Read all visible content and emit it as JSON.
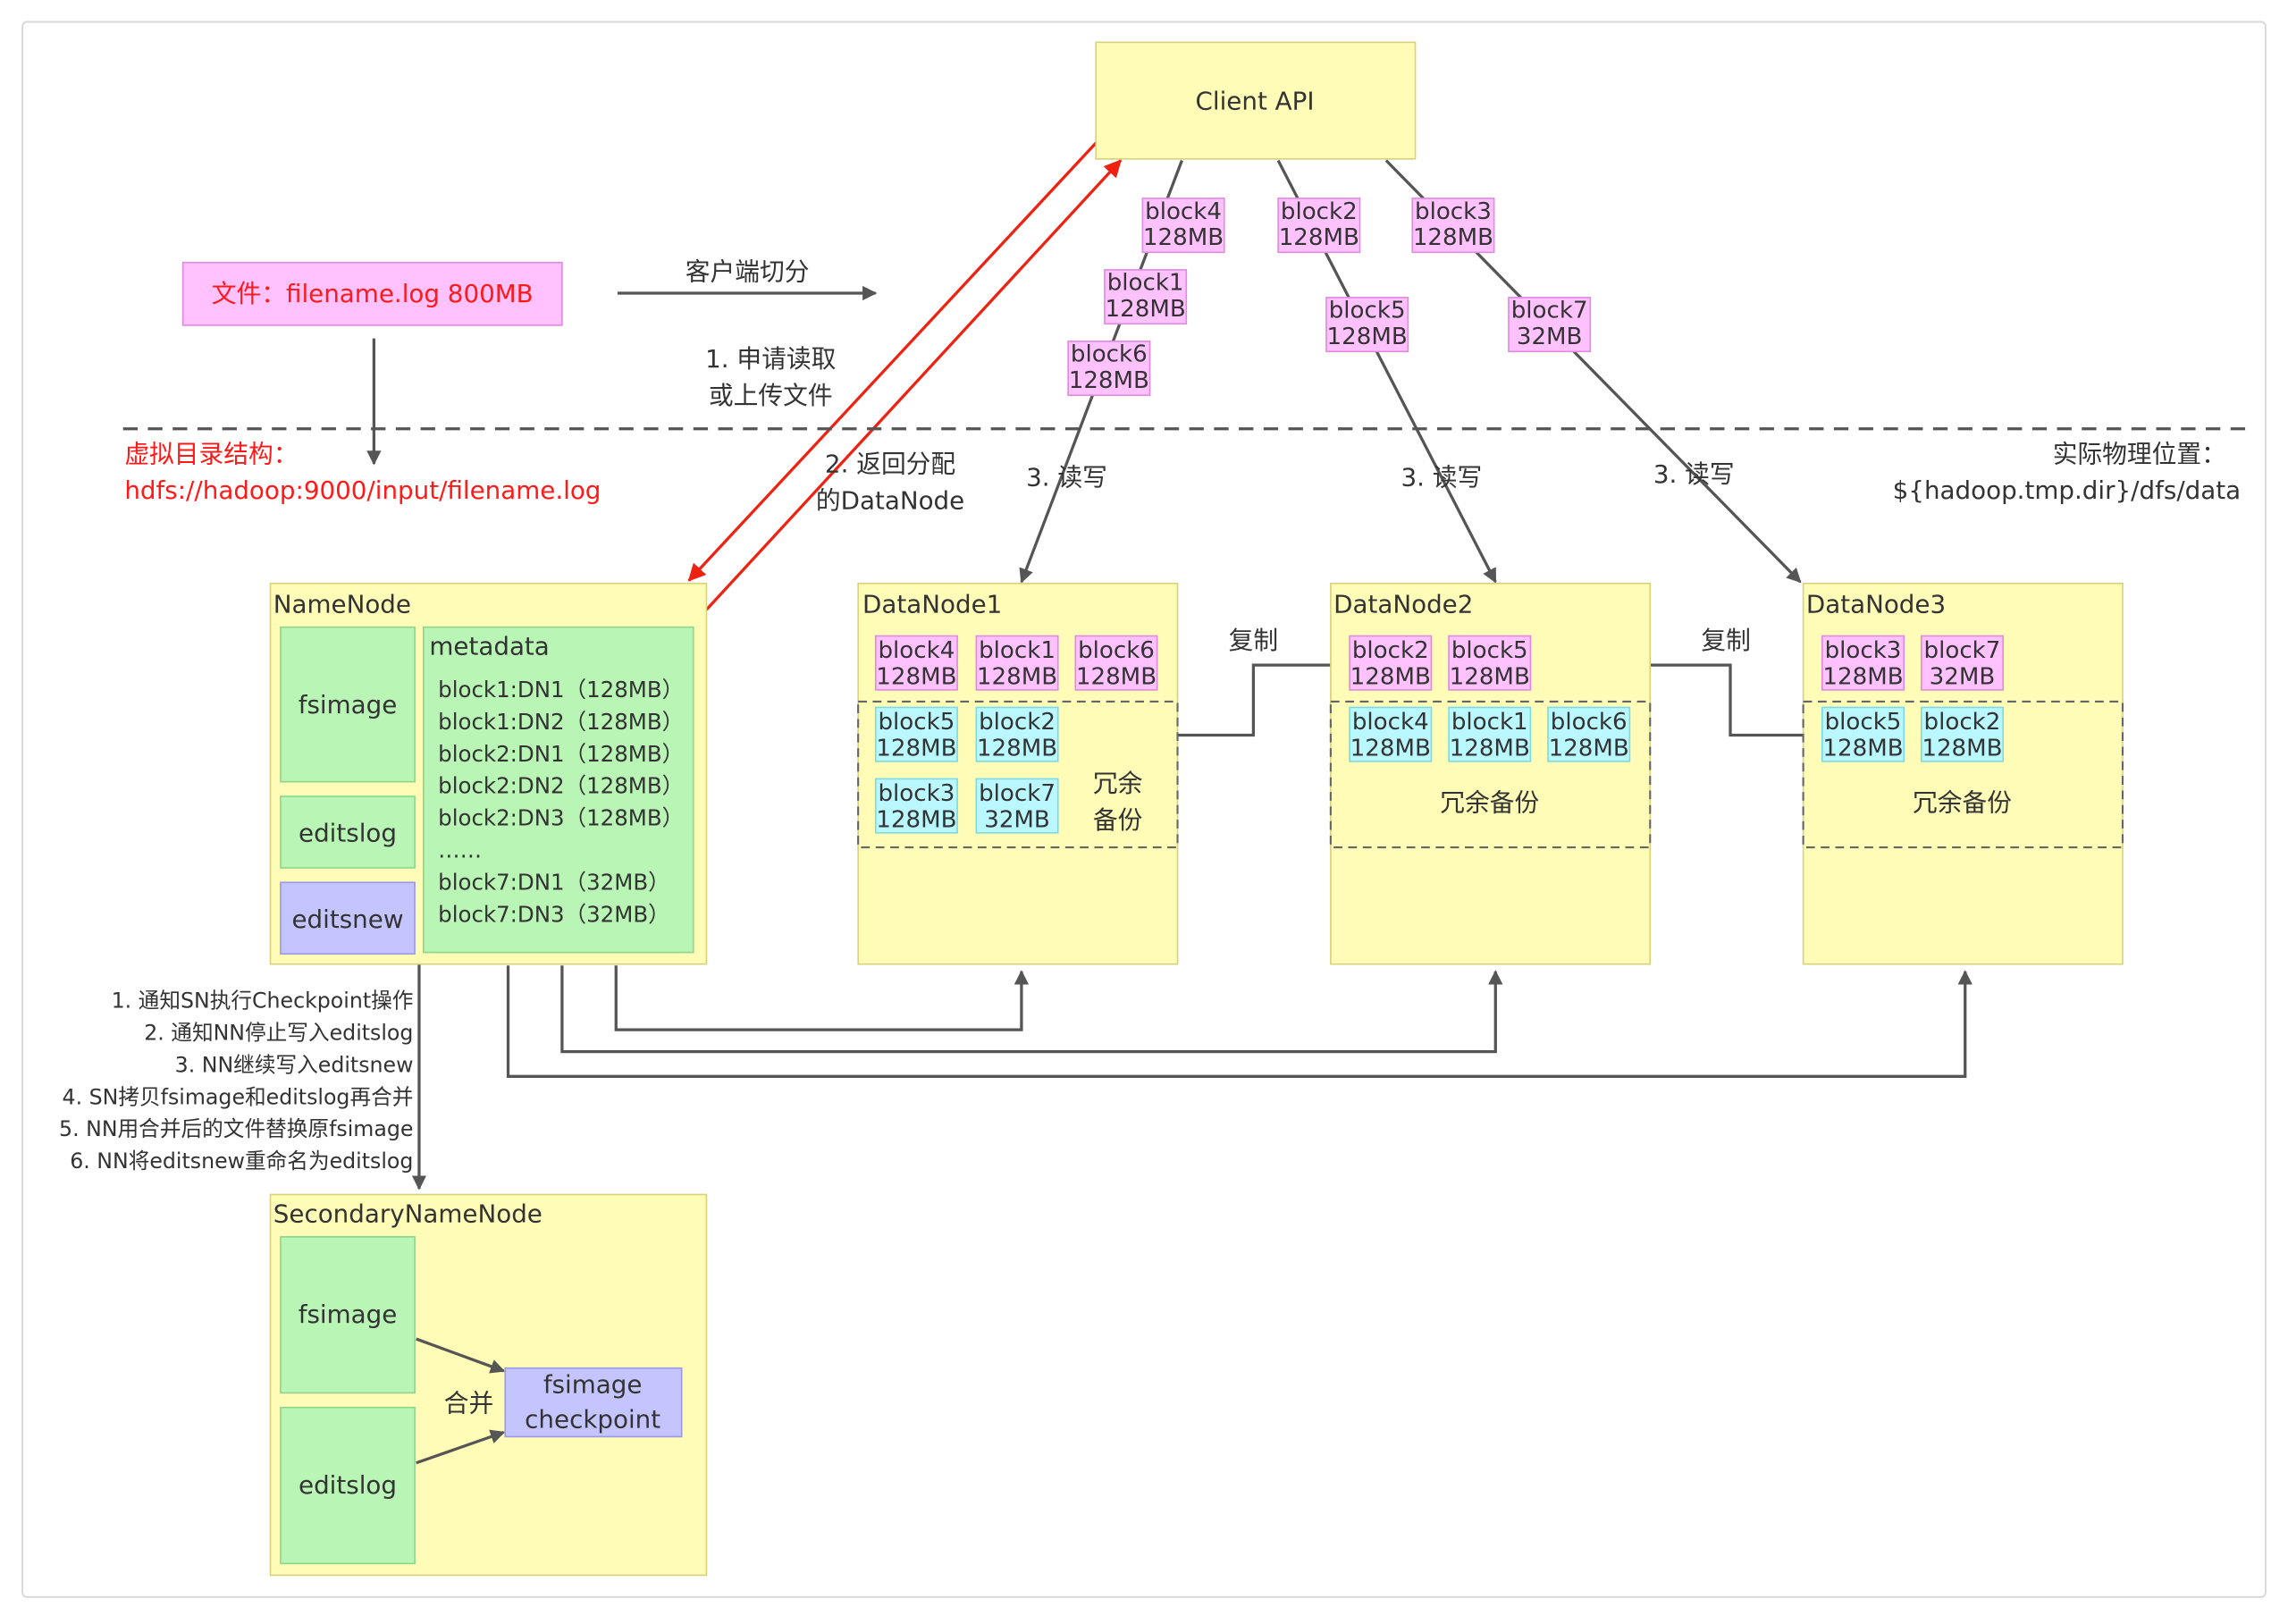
{
  "client": {
    "title": "Client API"
  },
  "file": {
    "label": "文件：filename.log  800MB"
  },
  "split_label": "客户端切分",
  "step1": {
    "line1": "1. 申请读取",
    "line2": "或上传文件"
  },
  "step2": {
    "line1": "2. 返回分配",
    "line2": "的DataNode"
  },
  "rw_label": "3. 读写",
  "virtual": {
    "line1": "虚拟目录结构：",
    "line2": "hdfs://hadoop:9000/input/filename.log"
  },
  "physical": {
    "line1": "实际物理位置：",
    "line2": "${hadoop.tmp.dir}/dfs/data"
  },
  "namenode": {
    "title": "NameNode",
    "fsimage": "fsimage",
    "editslog": "editslog",
    "editsnew": "editsnew",
    "metadata_title": "metadata",
    "metadata": [
      "block1:DN1（128MB）",
      "block1:DN2（128MB）",
      "block2:DN1（128MB）",
      "block2:DN2（128MB）",
      "block2:DN3（128MB）",
      "……",
      "block7:DN1（32MB）",
      "block7:DN3（32MB）"
    ]
  },
  "client_blocks": [
    {
      "name": "block4",
      "size": "128MB"
    },
    {
      "name": "block2",
      "size": "128MB"
    },
    {
      "name": "block3",
      "size": "128MB"
    },
    {
      "name": "block1",
      "size": "128MB"
    },
    {
      "name": "block5",
      "size": "128MB"
    },
    {
      "name": "block7",
      "size": "32MB"
    },
    {
      "name": "block6",
      "size": "128MB"
    }
  ],
  "datanodes": [
    {
      "title": "DataNode1",
      "primary": [
        {
          "name": "block4",
          "size": "128MB"
        },
        {
          "name": "block1",
          "size": "128MB"
        },
        {
          "name": "block6",
          "size": "128MB"
        }
      ],
      "replicas": [
        {
          "name": "block5",
          "size": "128MB"
        },
        {
          "name": "block2",
          "size": "128MB"
        },
        {
          "name": "block3",
          "size": "128MB"
        },
        {
          "name": "block7",
          "size": "32MB"
        }
      ],
      "backup_line1": "冗余",
      "backup_line2": "备份"
    },
    {
      "title": "DataNode2",
      "primary": [
        {
          "name": "block2",
          "size": "128MB"
        },
        {
          "name": "block5",
          "size": "128MB"
        }
      ],
      "replicas": [
        {
          "name": "block4",
          "size": "128MB"
        },
        {
          "name": "block1",
          "size": "128MB"
        },
        {
          "name": "block6",
          "size": "128MB"
        }
      ],
      "backup": "冗余备份"
    },
    {
      "title": "DataNode3",
      "primary": [
        {
          "name": "block3",
          "size": "128MB"
        },
        {
          "name": "block7",
          "size": "32MB"
        }
      ],
      "replicas": [
        {
          "name": "block5",
          "size": "128MB"
        },
        {
          "name": "block2",
          "size": "128MB"
        }
      ],
      "backup": "冗余备份"
    }
  ],
  "replicate_label": "复制",
  "checkpoint_steps": [
    "1. 通知SN执行Checkpoint操作",
    "2. 通知NN停止写入editslog",
    "3. NN继续写入editsnew",
    "4. SN拷贝fsimage和editslog再合并",
    "5. NN用合并后的文件替换原fsimage",
    "6. NN将editsnew重命名为editslog"
  ],
  "secondary": {
    "title": "SecondaryNameNode",
    "fsimage": "fsimage",
    "editslog": "editslog",
    "merge": "合并",
    "checkpoint_line1": "fsimage",
    "checkpoint_line2": "checkpoint"
  },
  "colors": {
    "yellow": "#fffcb8",
    "green": "#b9f5b5",
    "purple": "#c4c4ff",
    "pink": "#ffc2ff",
    "cyan": "#baf8ff",
    "red": "#ee2211",
    "line": "#555555"
  }
}
